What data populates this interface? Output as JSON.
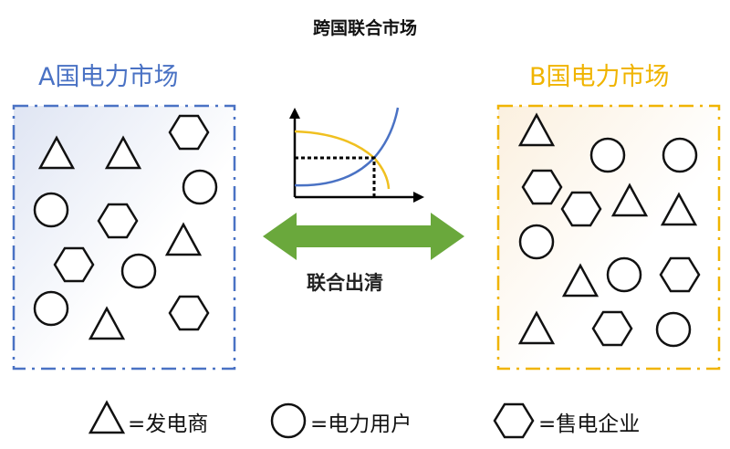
{
  "title": "跨国联合市场",
  "market_a": {
    "label": "A国电力市场",
    "color": "#4a72c4"
  },
  "market_b": {
    "label": "B国电力市场",
    "color": "#f0b400"
  },
  "center": {
    "label": "联合出清",
    "arrow_color": "#6aa83c",
    "supply_color": "#4a72c4",
    "demand_color": "#f0c020"
  },
  "legend": [
    {
      "shape": "triangle",
      "label": "=发电商"
    },
    {
      "shape": "circle",
      "label": "=电力用户"
    },
    {
      "shape": "hexagon",
      "label": "=售电企业"
    }
  ]
}
